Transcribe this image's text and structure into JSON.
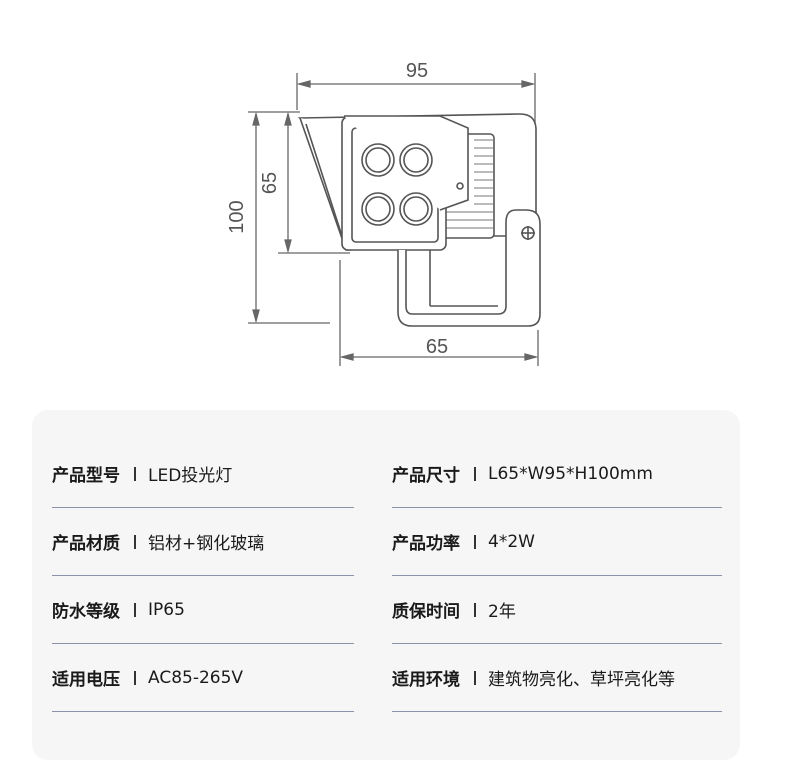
{
  "drawing": {
    "dim_width_top": "95",
    "dim_height_inner": "65",
    "dim_height_total": "100",
    "dim_width_bottom": "65"
  },
  "specs": {
    "left": [
      {
        "label": "产品型号",
        "value": "LED投光灯"
      },
      {
        "label": "产品材质",
        "value": "铝材+钢化玻璃"
      },
      {
        "label": "防水等级",
        "value": "IP65"
      },
      {
        "label": "适用电压",
        "value": "AC85-265V"
      }
    ],
    "right": [
      {
        "label": "产品尺寸",
        "value": "L65*W95*H100mm"
      },
      {
        "label": "产品功率",
        "value": "4*2W"
      },
      {
        "label": "质保时间",
        "value": "2年"
      },
      {
        "label": "适用环境",
        "value": "建筑物亮化、草坪亮化等"
      }
    ]
  }
}
